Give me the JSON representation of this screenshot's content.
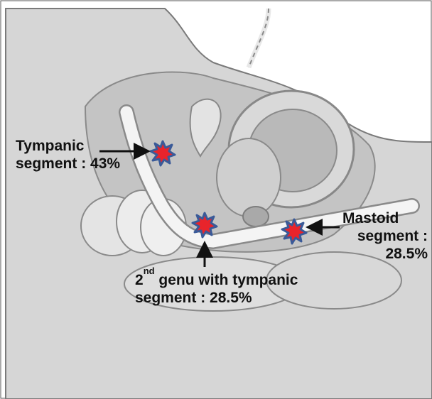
{
  "colors": {
    "background": "#ffffff",
    "tissue": "#d6d6d6",
    "tissue_shadow": "#bdbdbd",
    "nerve": "#f4f4f4",
    "lesion_fill": "#e8242b",
    "lesion_outline": "#3a5a98",
    "arrow": "#111111"
  },
  "icons": [
    "lesion-star-icon",
    "arrow-icon"
  ],
  "labels": {
    "tympanic_line1": "Tympanic",
    "tympanic_line2": "segment : 43%",
    "mastoid_line1": "Mastoid",
    "mastoid_line2": "segment :",
    "mastoid_line3": "28.5%",
    "genu_number": "2",
    "genu_superscript": "nd",
    "genu_line1_rest": " genu with tympanic",
    "genu_line2": "segment : 28.5%"
  }
}
